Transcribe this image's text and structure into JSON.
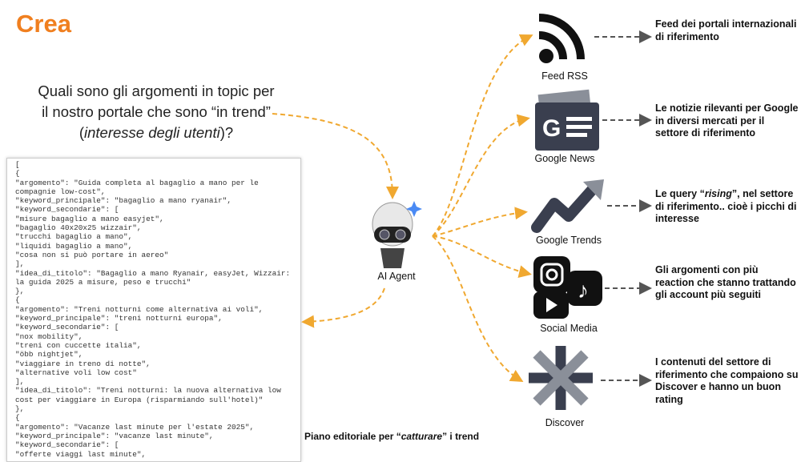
{
  "title": "Crea",
  "question": {
    "a": "Quali sono gli argomenti in topic per il nostro portale che sono “in trend” (",
    "b": "interesse degli utenti",
    "c": ")?"
  },
  "code_lines": [
    "[",
    "{",
    "\"argomento\": \"Guida completa al bagaglio a mano per le",
    "compagnie low-cost\",",
    "\"keyword_principale\": \"bagaglio a mano ryanair\",",
    "\"keyword_secondarie\": [",
    "\"misure bagaglio a mano easyjet\",",
    "\"bagaglio 40x20x25 wizzair\",",
    "\"trucchi bagaglio a mano\",",
    "\"liquidi bagaglio a mano\",",
    "\"cosa non si può portare in aereo\"",
    "],",
    "\"idea_di_titolo\": \"Bagaglio a mano Ryanair, easyJet, Wizzair:",
    "la guida 2025 a misure, peso e trucchi\"",
    "},",
    "{",
    "\"argomento\": \"Treni notturni come alternativa ai voli\",",
    "\"keyword_principale\": \"treni notturni europa\",",
    "\"keyword_secondarie\": [",
    "\"nox mobility\",",
    "\"treni con cuccette italia\",",
    "\"öbb nightjet\",",
    "\"viaggiare in treno di notte\",",
    "\"alternative voli low cost\"",
    "],",
    "\"idea_di_titolo\": \"Treni notturni: la nuova alternativa low",
    "cost per viaggiare in Europa (risparmiando sull'hotel)\"",
    "},",
    "{",
    "\"argomento\": \"Vacanze last minute per l'estate 2025\",",
    "\"keyword_principale\": \"vacanze last minute\",",
    "\"keyword_secondarie\": [",
    "\"offerte viaggi last minute\","
  ],
  "caption": {
    "a": "Piano editoriale per “",
    "b": "catturare",
    "c": "” i trend"
  },
  "agent": {
    "label": "AI Agent"
  },
  "sources": [
    {
      "label": "Feed RSS",
      "desc": "Feed dei portali internazionali di riferimento"
    },
    {
      "label": "Google News",
      "desc": "Le notizie rilevanti per Google in diversi mercati per il settore di riferimento"
    },
    {
      "label": "Google Trends",
      "desc_a": "Le query “",
      "desc_b": "rising",
      "desc_c": "”, nel settore di riferimento.. cioè i picchi di interesse"
    },
    {
      "label": "Social Media",
      "desc": "Gli argomenti con più reaction che stanno trattando gli account più seguiti"
    },
    {
      "label": "Discover",
      "desc": "I contenuti del settore di riferimento che compaiono su Discover e hanno un buon rating"
    }
  ],
  "colors": {
    "accent": "#f07f1f",
    "arrow": "#f0a830",
    "dark": "#3a3f4f"
  }
}
